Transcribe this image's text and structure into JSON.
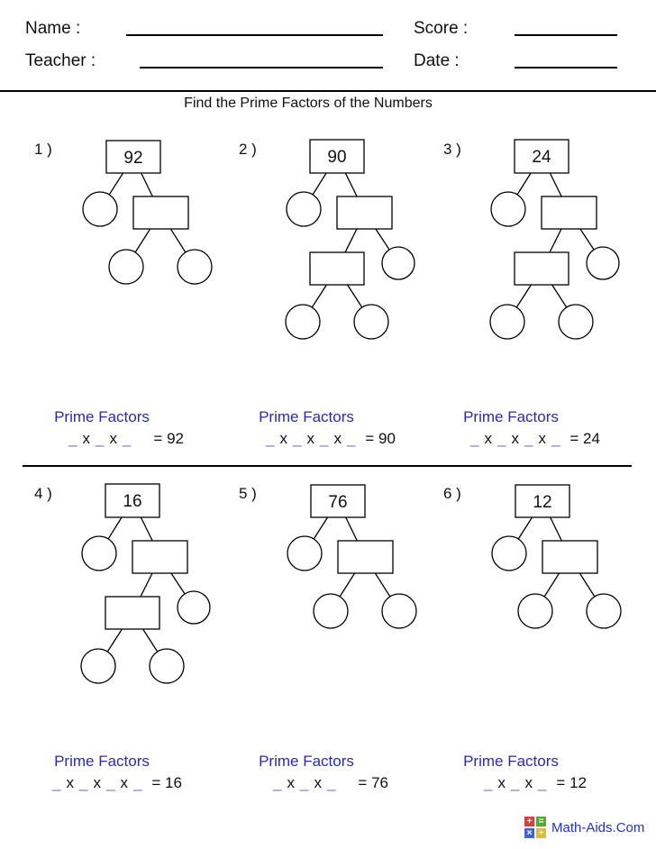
{
  "header": {
    "name_label": "Name :",
    "teacher_label": "Teacher :",
    "score_label": "Score :",
    "date_label": "Date :"
  },
  "title": "Find the Prime Factors of the Numbers",
  "answer_label": "Prime Factors",
  "equation": {
    "operator": "x",
    "equals": "="
  },
  "problems": [
    {
      "id": "1 )",
      "number": "92",
      "blanks": 3,
      "tree": "shallow",
      "wide_gap": true
    },
    {
      "id": "2 )",
      "number": "90",
      "blanks": 4,
      "tree": "deep",
      "wide_gap": false
    },
    {
      "id": "3 )",
      "number": "24",
      "blanks": 4,
      "tree": "deep",
      "wide_gap": false
    },
    {
      "id": "4 )",
      "number": "16",
      "blanks": 4,
      "tree": "deep",
      "wide_gap": false
    },
    {
      "id": "5 )",
      "number": "76",
      "blanks": 3,
      "tree": "shallow",
      "wide_gap": true
    },
    {
      "id": "6 )",
      "number": "12",
      "blanks": 3,
      "tree": "shallow",
      "wide_gap": false
    }
  ],
  "footer": {
    "brand": "Math-Aids.Com",
    "logo_squares": [
      {
        "op": "+",
        "color": "#cc4444"
      },
      {
        "op": "=",
        "color": "#55aa33"
      },
      {
        "op": "×",
        "color": "#4466cc"
      },
      {
        "op": "÷",
        "color": "#ddbb44"
      }
    ]
  },
  "colors": {
    "label_blue": "#2b2ba8",
    "blank_blue": "#6b6bd1",
    "brand_blue": "#2233cc"
  }
}
